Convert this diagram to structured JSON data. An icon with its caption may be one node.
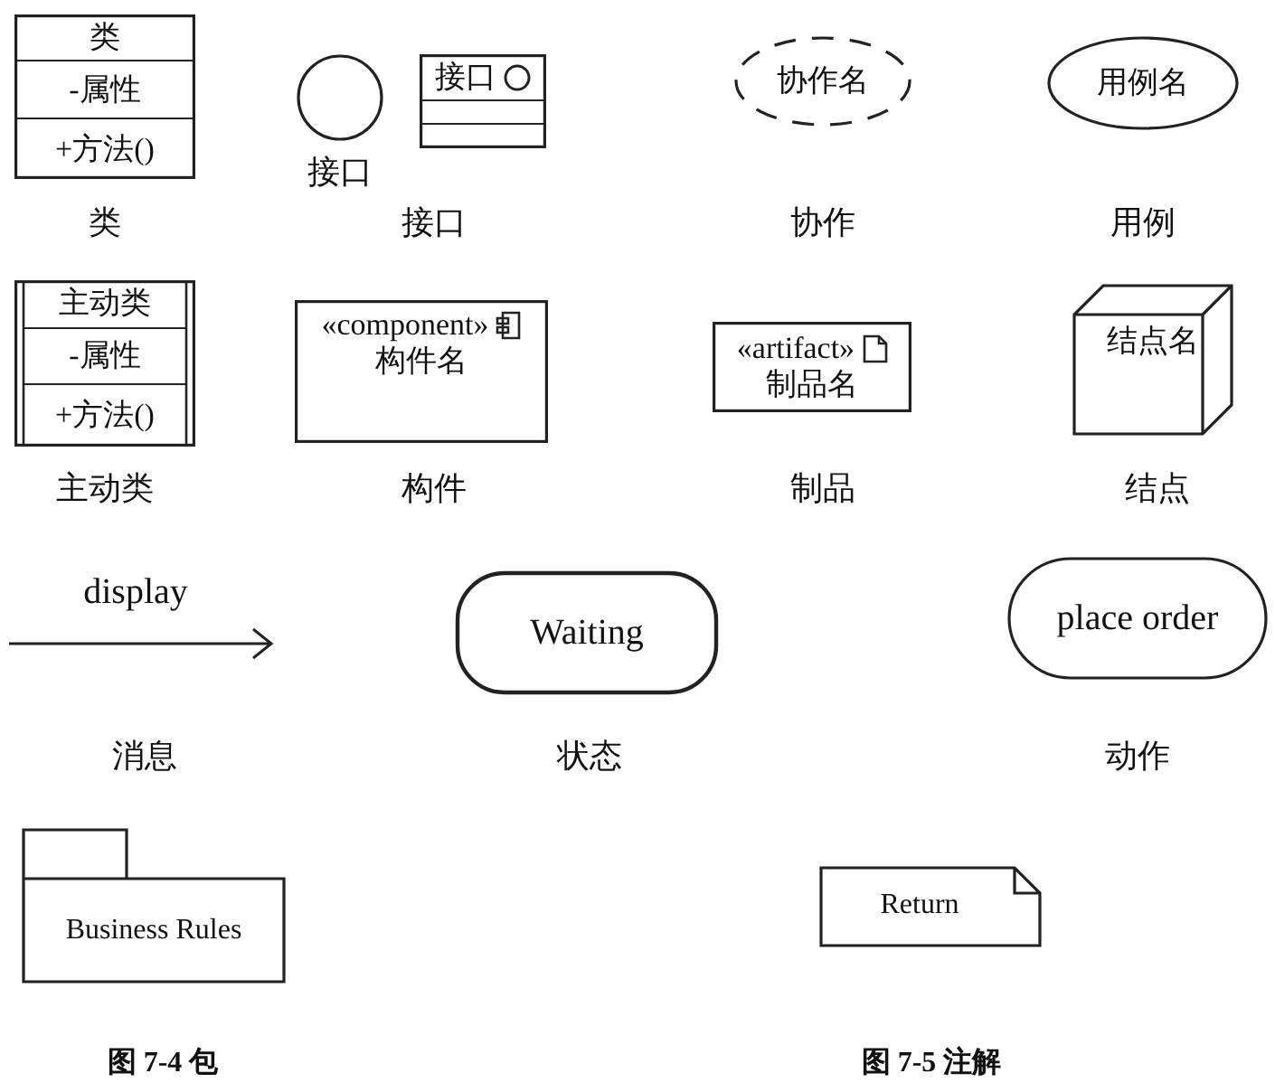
{
  "diagram": {
    "nodes": [
      {
        "text": [
          "类",
          "-属性",
          "+方法()"
        ]
      },
      {
        "text": [],
        "shape": "circle"
      },
      {
        "text": [
          "接口"
        ]
      },
      {
        "text": [
          "协作名"
        ]
      },
      {
        "text": [
          "用例名"
        ]
      },
      {
        "text": [
          "主动类",
          "-属性",
          "+方法()"
        ]
      },
      {
        "text": [
          "«component»",
          "构件名"
        ]
      },
      {
        "text": [
          "«artifact»",
          "制品名"
        ]
      },
      {
        "text": [
          "结点名"
        ]
      },
      {
        "text": [
          "Waiting"
        ]
      },
      {
        "text": [
          "place order"
        ]
      },
      {
        "text": [
          "Business Rules"
        ]
      },
      {
        "text": [
          "Return"
        ]
      }
    ],
    "edges": [],
    "labels": [
      "接口",
      "类",
      "接口",
      "协作",
      "用例",
      "主动类",
      "构件",
      "制品",
      "结点",
      "display",
      "消息",
      "状态",
      "动作",
      "图 7-4 包",
      "图 7-5 注解"
    ]
  }
}
